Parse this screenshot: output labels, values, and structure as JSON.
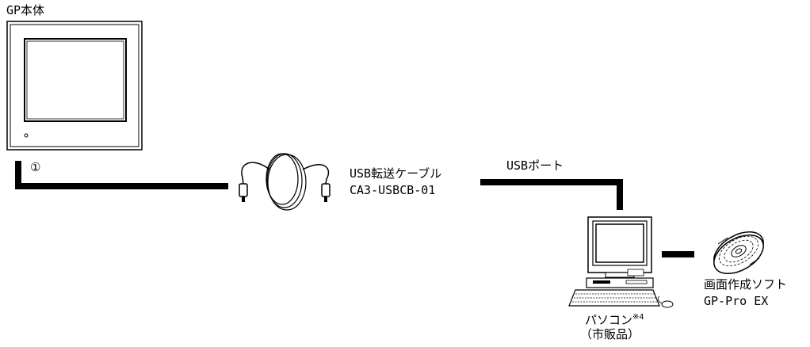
{
  "gp_unit": {
    "label": "GP本体"
  },
  "connection_marker": "①",
  "cable": {
    "name": "USB転送ケーブル",
    "model": "CA3-USBCB-01"
  },
  "usb_port": {
    "label": "USBポート"
  },
  "pc": {
    "label": "パソコン",
    "note": "※4",
    "sublabel": "（市販品）"
  },
  "software": {
    "category": "画面作成ソフト",
    "name": "GP-Pro EX"
  }
}
